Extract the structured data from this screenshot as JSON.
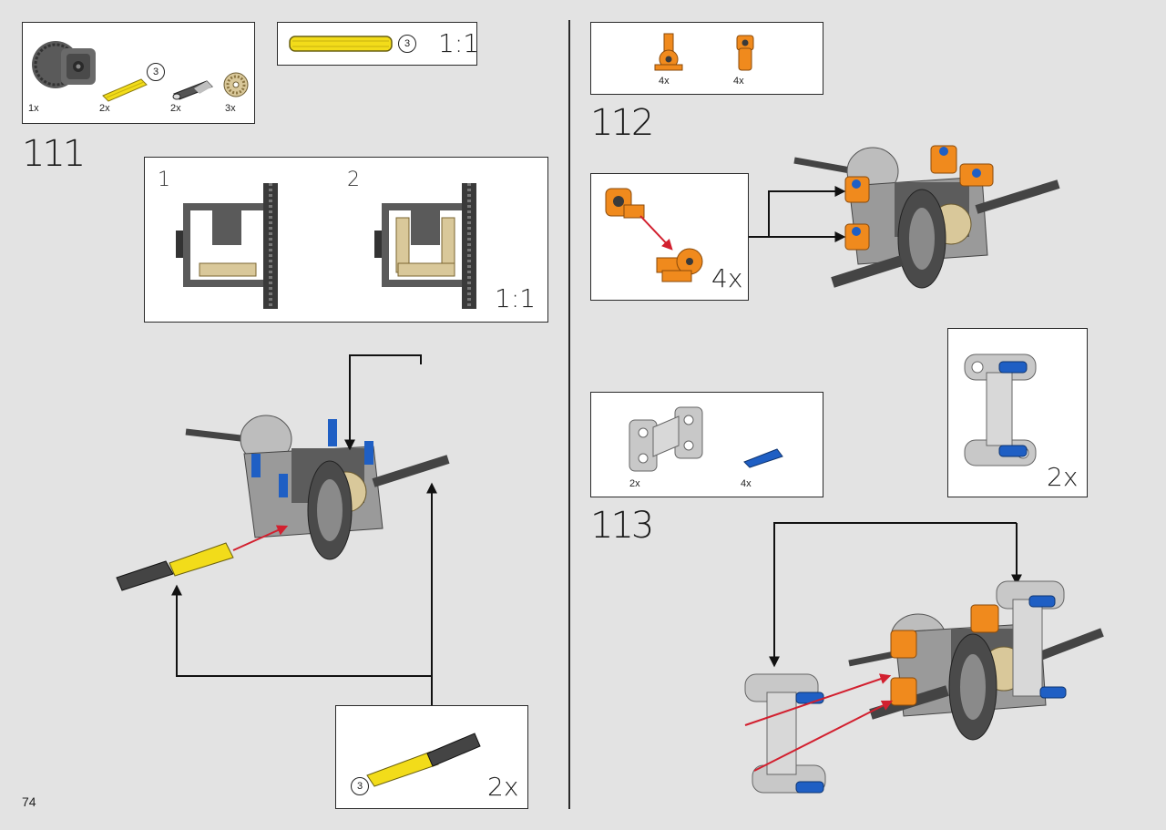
{
  "page_number": "74",
  "colors": {
    "frame": "#2a2a2a",
    "arrow_black": "#111111",
    "arrow_red": "#d2202f",
    "axle_yellow": "#f2dc1a",
    "connector_orange": "#f08a1d",
    "pin_blue": "#1f5fc4",
    "beam_gray": "#c8c8c8",
    "dark_gray": "#4a4a4a",
    "gear_tan": "#d9c89a"
  },
  "step_111": {
    "number": "111",
    "parts": [
      {
        "icon": "differential-housing-icon",
        "qty": "1x"
      },
      {
        "icon": "yellow-axle-icon",
        "qty": "2x",
        "length": "3"
      },
      {
        "icon": "dark-axle-connector-icon",
        "qty": "2x"
      },
      {
        "icon": "bevel-gear-icon",
        "qty": "3x"
      }
    ],
    "scale_ref": {
      "length": "3",
      "scale": "1:1"
    },
    "sub_steps": {
      "step1": "1",
      "step2": "2",
      "scale": "1:1"
    },
    "axle_callout": {
      "length": "3",
      "qty": "2x"
    }
  },
  "step_112": {
    "number": "112",
    "parts": [
      {
        "icon": "orange-axle-pin-connector-icon",
        "qty": "4x"
      },
      {
        "icon": "orange-pin-connector-icon",
        "qty": "4x"
      }
    ],
    "callout_qty": "4x"
  },
  "step_113": {
    "number": "113",
    "parts": [
      {
        "icon": "h-beam-icon",
        "qty": "2x"
      },
      {
        "icon": "blue-pin-icon",
        "qty": "4x"
      }
    ],
    "callout_qty": "2x"
  }
}
